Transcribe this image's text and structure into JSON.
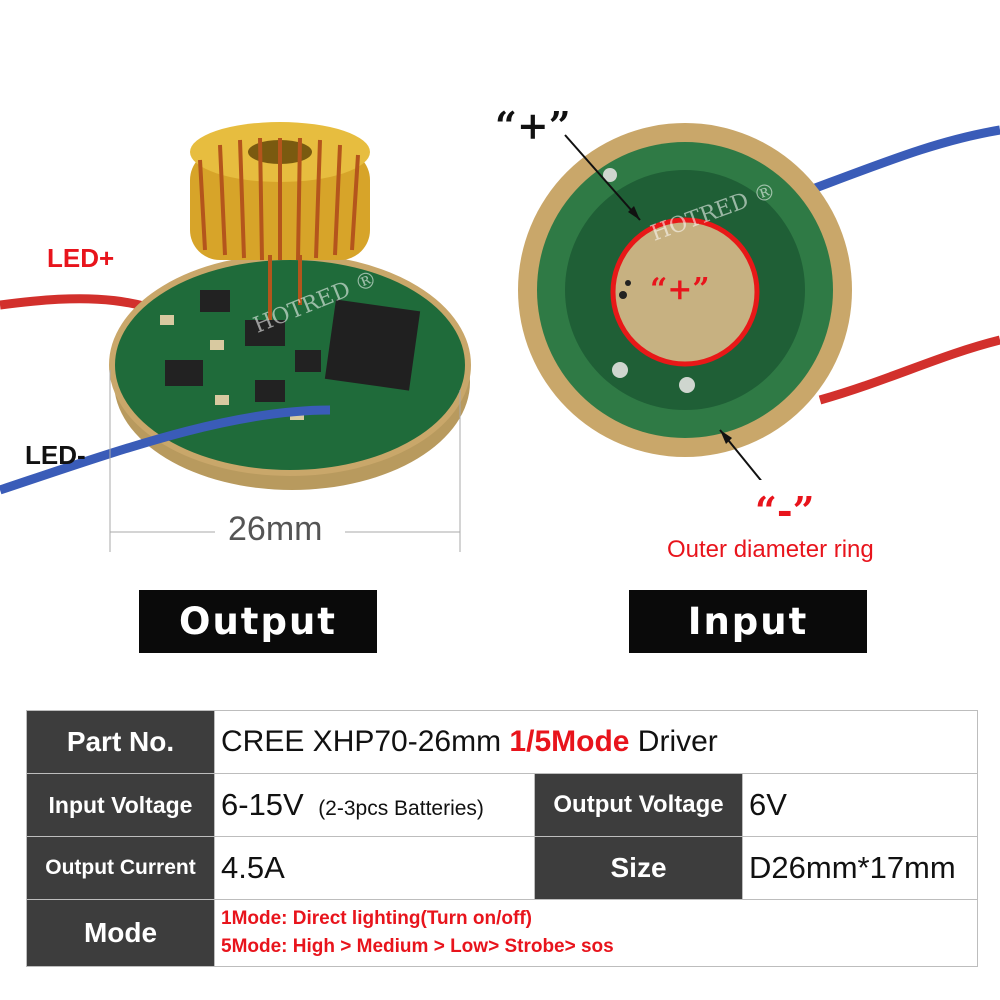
{
  "output_photo": {
    "led_plus_label": "LED+",
    "led_minus_label": "LED-",
    "diameter_label": "26mm",
    "watermark": "HOTRED ®",
    "caption": "Output"
  },
  "input_photo": {
    "plus_top_label": "“+”",
    "plus_center_label": "“+”",
    "minus_label": "“-”",
    "outer_ring_label": "Outer diameter ring",
    "watermark": "HOTRED ®",
    "caption": "Input"
  },
  "specs": {
    "part_no_header": "Part No.",
    "part_no_prefix": "CREE XHP70-26mm ",
    "part_no_mode": "1/5Mode",
    "part_no_suffix": " Driver",
    "input_voltage_header": "Input Voltage",
    "input_voltage_value": "6-15V",
    "input_voltage_note": "(2-3pcs Batteries)",
    "output_voltage_header": "Output Voltage",
    "output_voltage_value": "6V",
    "output_current_header": "Output Current",
    "output_current_value": "4.5A",
    "size_header": "Size",
    "size_value": "D26mm*17mm",
    "mode_header": "Mode",
    "mode_line1": "1Mode: Direct lighting(Turn on/off)",
    "mode_line2": "5Mode: High > Medium > Low> Strobe> sos"
  },
  "colors": {
    "accent_red": "#e8141c",
    "header_bg": "#3d3d3d",
    "pcb_green": "#1f6b3a",
    "ring_gold": "#c9a76a"
  }
}
